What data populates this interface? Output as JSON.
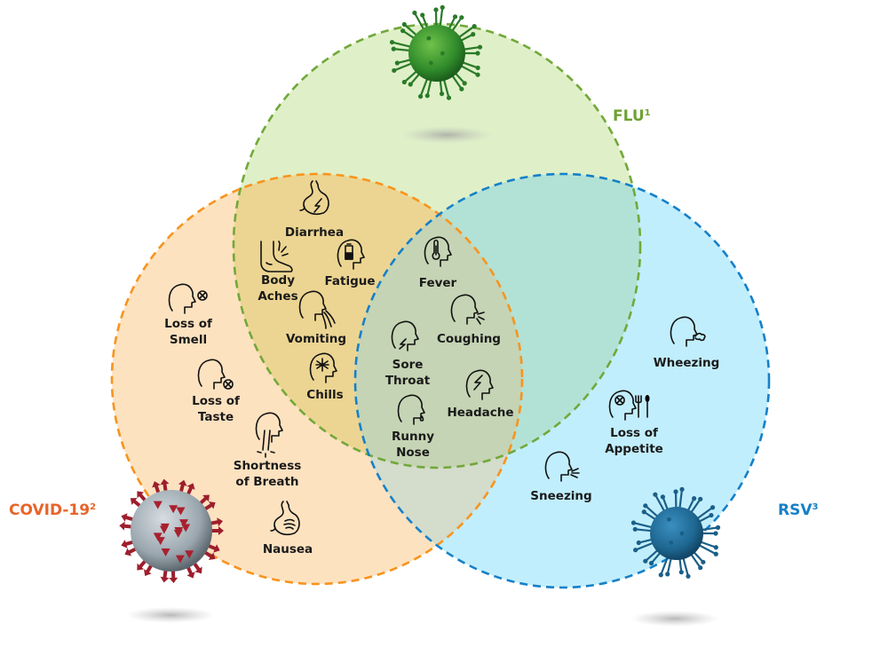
{
  "diagram": {
    "type": "venn",
    "sets": [
      {
        "id": "flu",
        "label": "FLU",
        "superscript": "1",
        "color": "#6fa232",
        "fill": "#dff0c8",
        "virus_image": "green-flu-virus"
      },
      {
        "id": "covid",
        "label": "COVID-19",
        "superscript": "2",
        "color": "#e8642a",
        "fill": "#fde2c0",
        "virus_image": "red-grey-coronavirus"
      },
      {
        "id": "rsv",
        "label": "RSV",
        "superscript": "3",
        "color": "#1680c8",
        "fill": "#c1eefc",
        "virus_image": "blue-rsv-virus"
      }
    ],
    "stroke_colors": {
      "flu": "#72a83a",
      "covid": "#f7941d",
      "rsv": "#1680c8"
    },
    "overlap_fills": {
      "flu_covid": "#ecd592",
      "flu_rsv": "#b2e2d6",
      "covid_rsv": "#d4dccc",
      "all": "#c5d4b4"
    },
    "regions": {
      "covid_only": [
        {
          "label": [
            "Loss of",
            "Smell"
          ],
          "icon": "head-smell-x-icon"
        },
        {
          "label": [
            "Loss of",
            "Taste"
          ],
          "icon": "head-taste-x-icon"
        },
        {
          "label": [
            "Shortness",
            "of Breath"
          ],
          "icon": "head-airway-icon"
        },
        {
          "label": [
            "Nausea"
          ],
          "icon": "stomach-nausea-icon"
        }
      ],
      "flu_covid": [
        {
          "label": [
            "Diarrhea"
          ],
          "icon": "stomach-lightning-icon"
        },
        {
          "label": [
            "Body",
            "Aches"
          ],
          "icon": "foot-ache-icon"
        },
        {
          "label": [
            "Fatigue"
          ],
          "icon": "head-battery-icon"
        },
        {
          "label": [
            "Vomiting"
          ],
          "icon": "head-vomit-icon"
        },
        {
          "label": [
            "Chills"
          ],
          "icon": "head-snowflake-icon"
        }
      ],
      "all_three": [
        {
          "label": [
            "Fever"
          ],
          "icon": "head-thermometer-icon"
        },
        {
          "label": [
            "Coughing"
          ],
          "icon": "head-cough-icon"
        },
        {
          "label": [
            "Sore",
            "Throat"
          ],
          "icon": "head-sore-throat-icon"
        },
        {
          "label": [
            "Headache"
          ],
          "icon": "head-lightning-icon"
        },
        {
          "label": [
            "Runny",
            "Nose"
          ],
          "icon": "head-drip-icon"
        }
      ],
      "rsv_only": [
        {
          "label": [
            "Wheezing"
          ],
          "icon": "head-wheeze-icon"
        },
        {
          "label": [
            "Loss of",
            "Appetite"
          ],
          "icon": "head-appetite-x-icon"
        },
        {
          "label": [
            "Sneezing"
          ],
          "icon": "head-sneeze-icon"
        }
      ]
    }
  }
}
